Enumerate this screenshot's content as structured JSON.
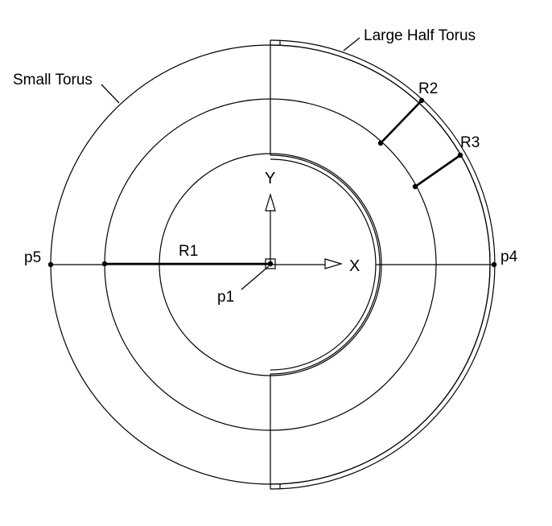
{
  "labels": {
    "small_torus": "Small Torus",
    "large_half_torus": "Large Half Torus",
    "r1": "R1",
    "r2": "R2",
    "r3": "R3",
    "p1": "p1",
    "p4": "p4",
    "p5": "p5",
    "x_axis": "X",
    "y_axis": "Y"
  }
}
